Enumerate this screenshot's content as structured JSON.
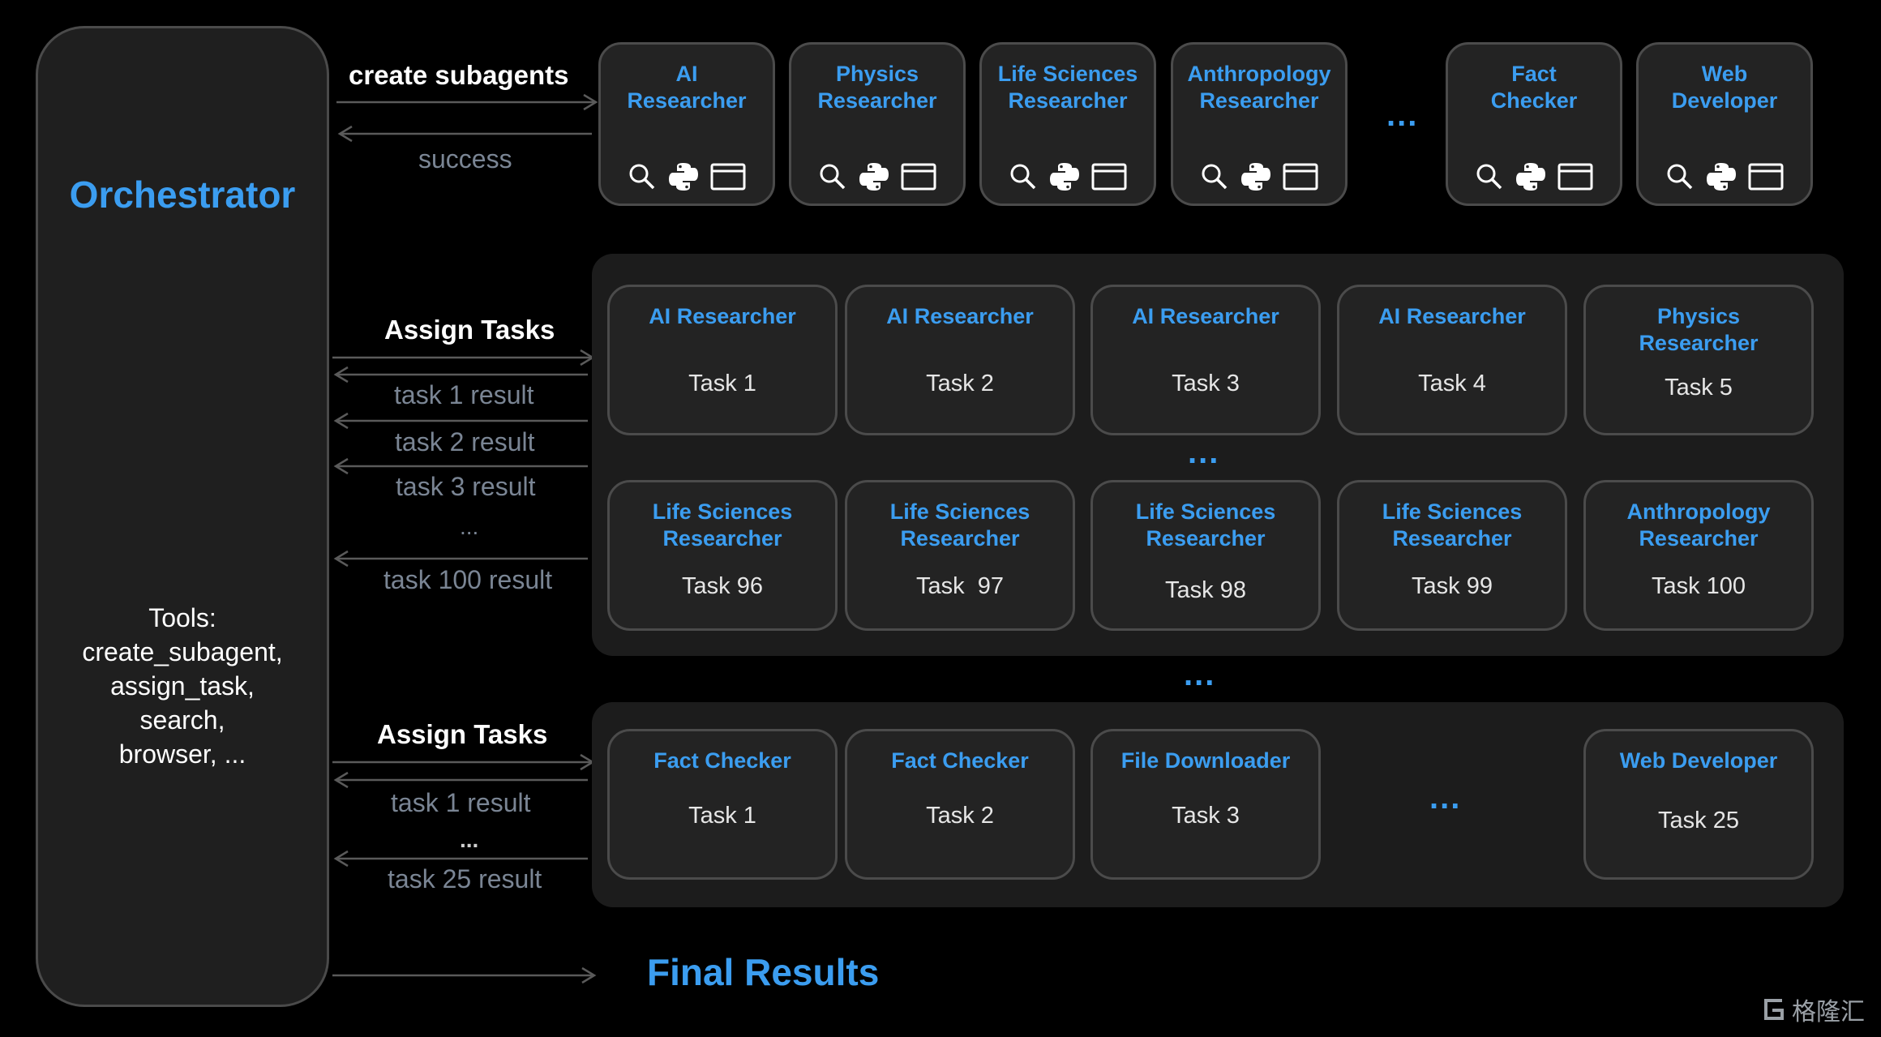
{
  "orchestrator": {
    "title": "Orchestrator",
    "tools_lines": [
      "Tools:",
      "create_subagent,",
      "assign_task,",
      "search,",
      "browser, ..."
    ]
  },
  "subagents": {
    "create_label": "create subagents",
    "success_label": "success",
    "items": [
      {
        "name": "AI\nResearcher"
      },
      {
        "name": "Physics\nResearcher"
      },
      {
        "name": "Life Sciences\nResearcher"
      },
      {
        "name": "Anthropology\nResearcher"
      },
      {
        "name": "Fact\nChecker"
      },
      {
        "name": "Web\nDeveloper"
      }
    ],
    "ellipsis": "...",
    "icon_names": [
      "search-icon",
      "python-icon",
      "browser-window-icon"
    ]
  },
  "round1": {
    "assign_label": "Assign Tasks",
    "results": [
      "task 1 result",
      "task 2 result",
      "task 3 result",
      "...",
      "task 100 result"
    ],
    "row1": [
      {
        "agent": "AI Researcher",
        "task": "Task 1"
      },
      {
        "agent": "AI Researcher",
        "task": "Task 2"
      },
      {
        "agent": "AI Researcher",
        "task": "Task 3"
      },
      {
        "agent": "AI Researcher",
        "task": "Task 4"
      },
      {
        "agent": "Physics\nResearcher",
        "task": "Task 5"
      }
    ],
    "row_ellipsis": "...",
    "row2": [
      {
        "agent": "Life Sciences\nResearcher",
        "task": "Task 96"
      },
      {
        "agent": "Life Sciences\nResearcher",
        "task": "Task  97"
      },
      {
        "agent": "Life Sciences\nResearcher",
        "task": "Task 98"
      },
      {
        "agent": "Life Sciences\nResearcher",
        "task": "Task 99"
      },
      {
        "agent": "Anthropology\nResearcher",
        "task": "Task 100"
      }
    ]
  },
  "between_ellipsis": "...",
  "round2": {
    "assign_label": "Assign Tasks",
    "results": [
      "task 1 result",
      "...",
      "task 25 result"
    ],
    "cards": [
      {
        "agent": "Fact Checker",
        "task": "Task 1"
      },
      {
        "agent": "Fact Checker",
        "task": "Task 2"
      },
      {
        "agent": "File Downloader",
        "task": "Task 3"
      },
      {
        "agent": "Web Developer",
        "task": "Task 25"
      }
    ],
    "ellipsis": "..."
  },
  "final_results": "Final Results",
  "watermark": "格隆汇",
  "colors": {
    "accent": "#3b9df0",
    "result_text": "#7a8594",
    "card_bg": "#232323",
    "panel_bg": "#1c1c1c"
  }
}
